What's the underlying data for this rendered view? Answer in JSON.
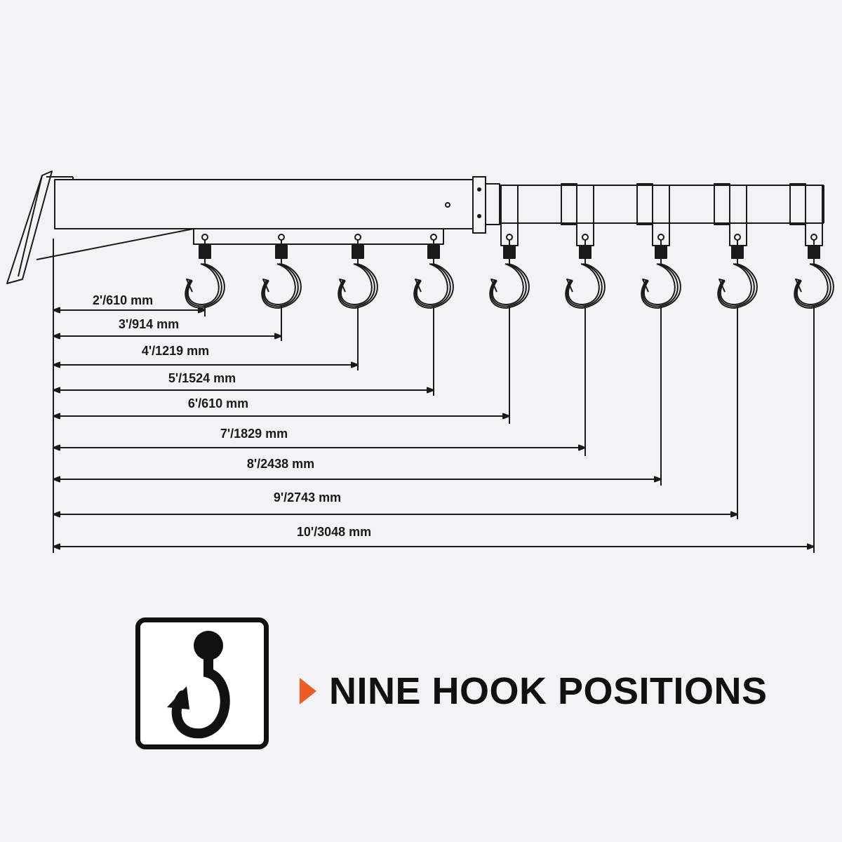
{
  "diagram": {
    "measurements": [
      {
        "label": "2'/610 mm"
      },
      {
        "label": "3'/914 mm"
      },
      {
        "label": "4'/1219 mm"
      },
      {
        "label": "5'/1524 mm"
      },
      {
        "label": "6'/610 mm"
      },
      {
        "label": "7'/1829 mm"
      },
      {
        "label": "8'/2438 mm"
      },
      {
        "label": "9'/2743 mm"
      },
      {
        "label": "10'/3048 mm"
      }
    ],
    "hook_count": 9
  },
  "feature": {
    "icon": "crane-hook-icon",
    "arrow_color": "#f05a28",
    "title": "NINE HOOK POSITIONS"
  }
}
